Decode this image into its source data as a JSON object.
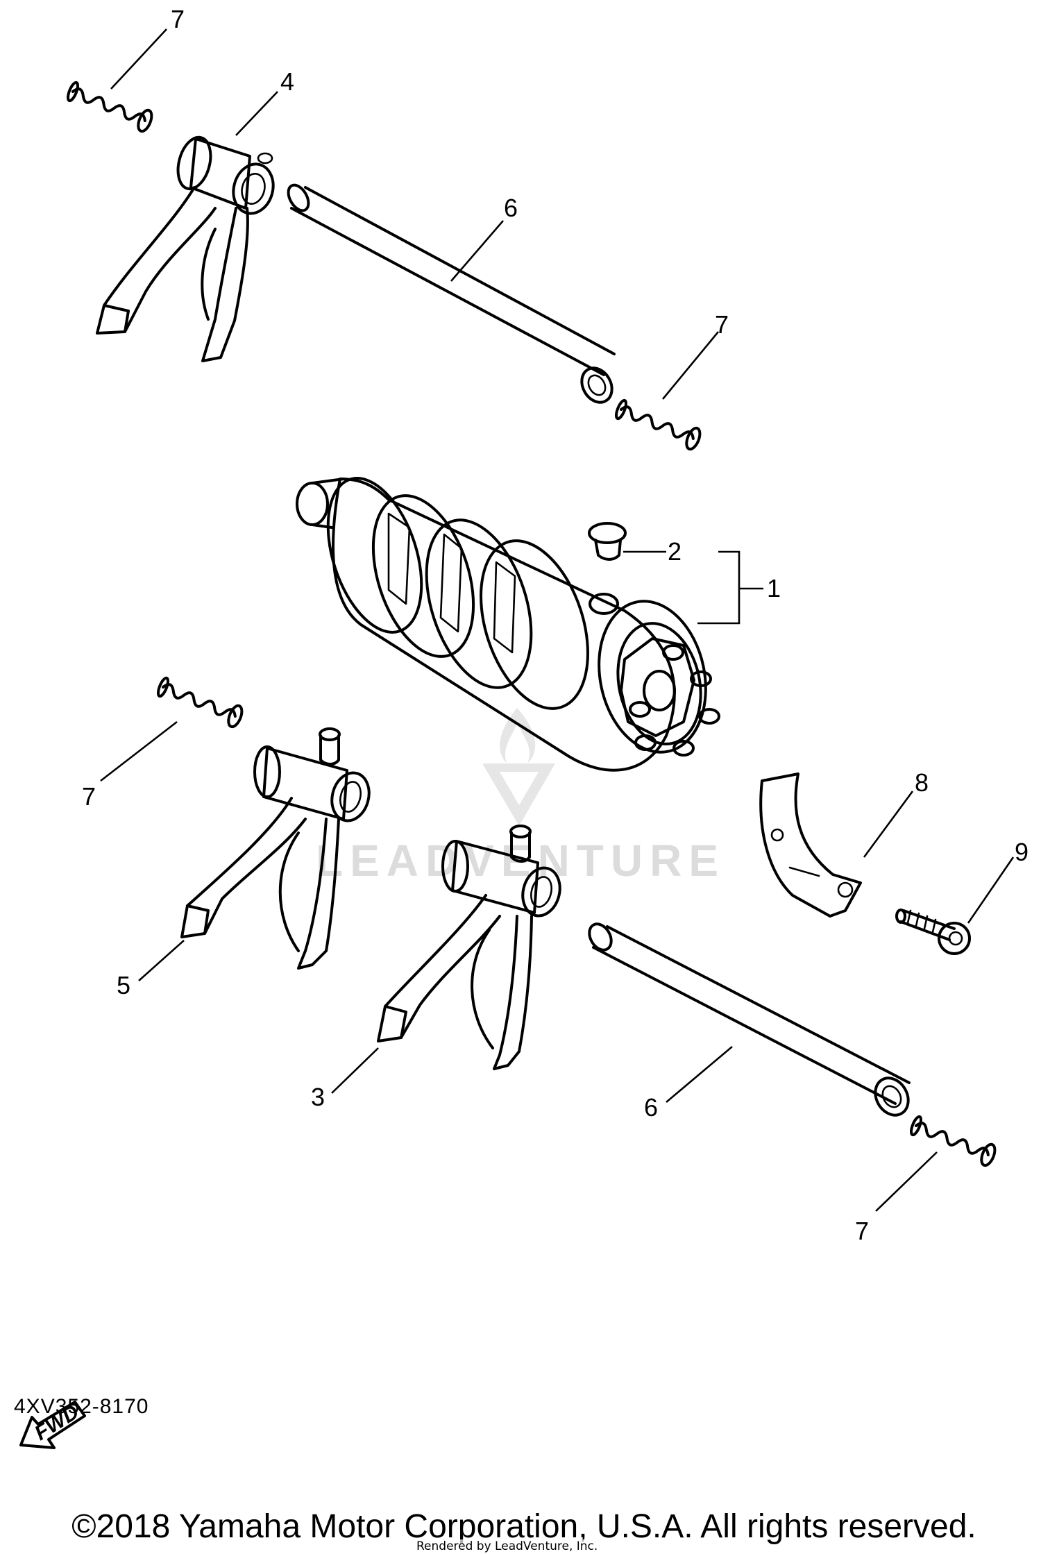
{
  "callouts": {
    "c1": "1",
    "c2": "2",
    "c3": "3",
    "c4": "4",
    "c5": "5",
    "c6a": "6",
    "c6b": "6",
    "c7a": "7",
    "c7b": "7",
    "c7c": "7",
    "c7d": "7",
    "c8": "8",
    "c9": "9"
  },
  "watermark": "LEADVENTURE",
  "fwd_label": "FWD",
  "diagram_code": "4XV352-8170",
  "copyright": "©2018 Yamaha Motor Corporation, U.S.A. All rights reserved.",
  "rendered_by": "Rendered by LeadVenture, Inc."
}
